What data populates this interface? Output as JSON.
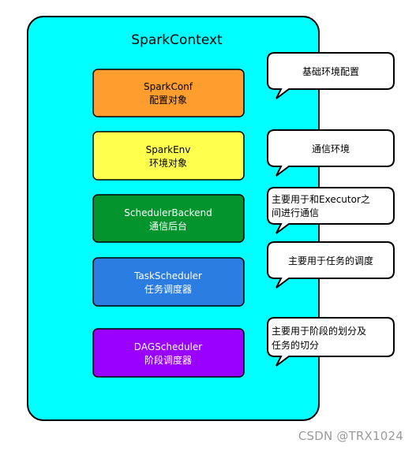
{
  "container": {
    "title": "SparkContext",
    "fill": "#00ffff"
  },
  "components": [
    {
      "name": "SparkConf",
      "desc": "配置对象",
      "fill": "#ff9d2e",
      "text_color": "#000000",
      "note": [
        "基础环境配置"
      ]
    },
    {
      "name": "SparkEnv",
      "desc": "环境对象",
      "fill": "#ffff4d",
      "text_color": "#000000",
      "note": [
        "通信环境"
      ]
    },
    {
      "name": "SchedulerBackend",
      "desc": "通信后台",
      "fill": "#03942d",
      "text_color": "#ffffff",
      "note": [
        "主要用于和Executor之",
        "间进行通信"
      ]
    },
    {
      "name": "TaskScheduler",
      "desc": "任务调度器",
      "fill": "#2c7de2",
      "text_color": "#ffffff",
      "note": [
        "主要用于任务的调度"
      ]
    },
    {
      "name": "DAGScheduler",
      "desc": "阶段调度器",
      "fill": "#9900ff",
      "text_color": "#ffffff",
      "note": [
        "主要用于阶段的划分及",
        "任务的切分"
      ]
    }
  ],
  "watermark": "CSDN @TRX1024"
}
